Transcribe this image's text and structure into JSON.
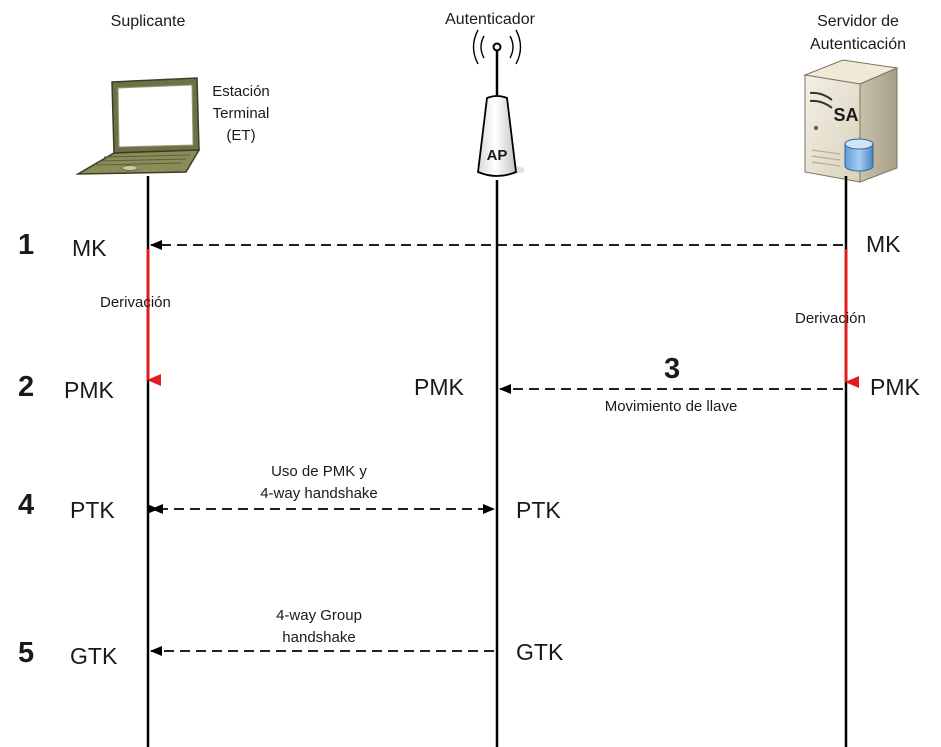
{
  "headers": {
    "suplicante": "Suplicante",
    "autenticador": "Autenticador",
    "servidor_line1": "Servidor de",
    "servidor_line2": "Autenticación"
  },
  "station": {
    "line1": "Estación",
    "line2": "Terminal",
    "line3": "(ET)"
  },
  "device_labels": {
    "ap": "AP",
    "sa": "SA"
  },
  "steps": [
    "1",
    "2",
    "3",
    "4",
    "5"
  ],
  "keys": {
    "mk_left": "MK",
    "mk_right": "MK",
    "pmk_left": "PMK",
    "pmk_mid": "PMK",
    "pmk_right": "PMK",
    "ptk_left": "PTK",
    "ptk_mid": "PTK",
    "gtk_left": "GTK",
    "gtk_mid": "GTK"
  },
  "messages": {
    "derivacion_left": "Derivación",
    "derivacion_right": "Derivación",
    "movimiento": "Movimiento de llave",
    "uso_line1": "Uso de PMK y",
    "uso_line2": "4-way handshake",
    "group_line1": "4-way Group",
    "group_line2": "handshake"
  },
  "colors": {
    "derivation_arrow": "#e21c1c",
    "lines": "#000000"
  }
}
